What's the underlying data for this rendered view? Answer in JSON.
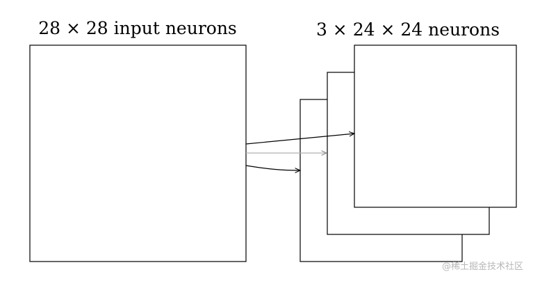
{
  "diagram": {
    "input_label": "28 × 28 input neurons",
    "output_label": "3 × 24 × 24 neurons",
    "feature_map_count": 3
  },
  "watermark": {
    "text": "@稀土掘金技术社区"
  },
  "colors": {
    "stroke": "#000000",
    "faint_arrow": "#b0b0b0",
    "watermark": "#b8b8b8"
  }
}
